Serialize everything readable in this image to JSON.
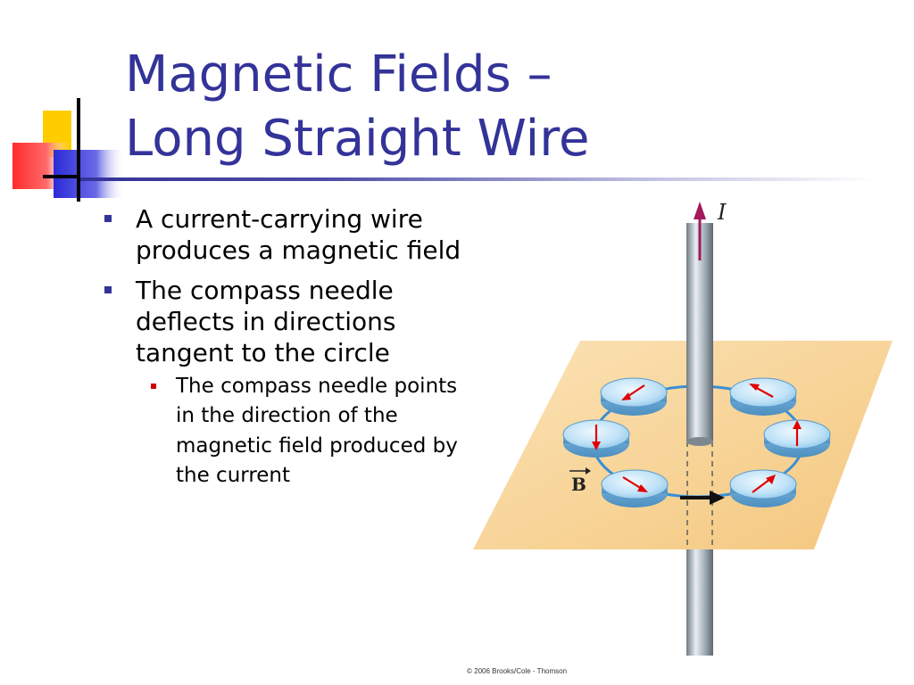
{
  "slide": {
    "title_line1": "Magnetic Fields –",
    "title_line2": "Long Straight Wire",
    "bullets": [
      {
        "text": "A current-carrying wire produces a magnetic field"
      },
      {
        "text": "The compass needle deflects in directions tangent to the circle"
      }
    ],
    "sub_bullets": [
      {
        "text": "The compass needle points in the direction of the magnetic field produced by the current"
      }
    ]
  },
  "figure": {
    "current_label": "I",
    "field_label": "B",
    "copyright": "© 2006 Brooks/Cole - Thomson"
  },
  "colors": {
    "title": "#333399",
    "bullet_marker": "#333399",
    "sub_bullet_marker": "#cc0000",
    "plane": "#f6d08f",
    "current_arrow": "#a3195b",
    "compass_needle": "#e00000",
    "compass_body": "#a9d4f0"
  }
}
